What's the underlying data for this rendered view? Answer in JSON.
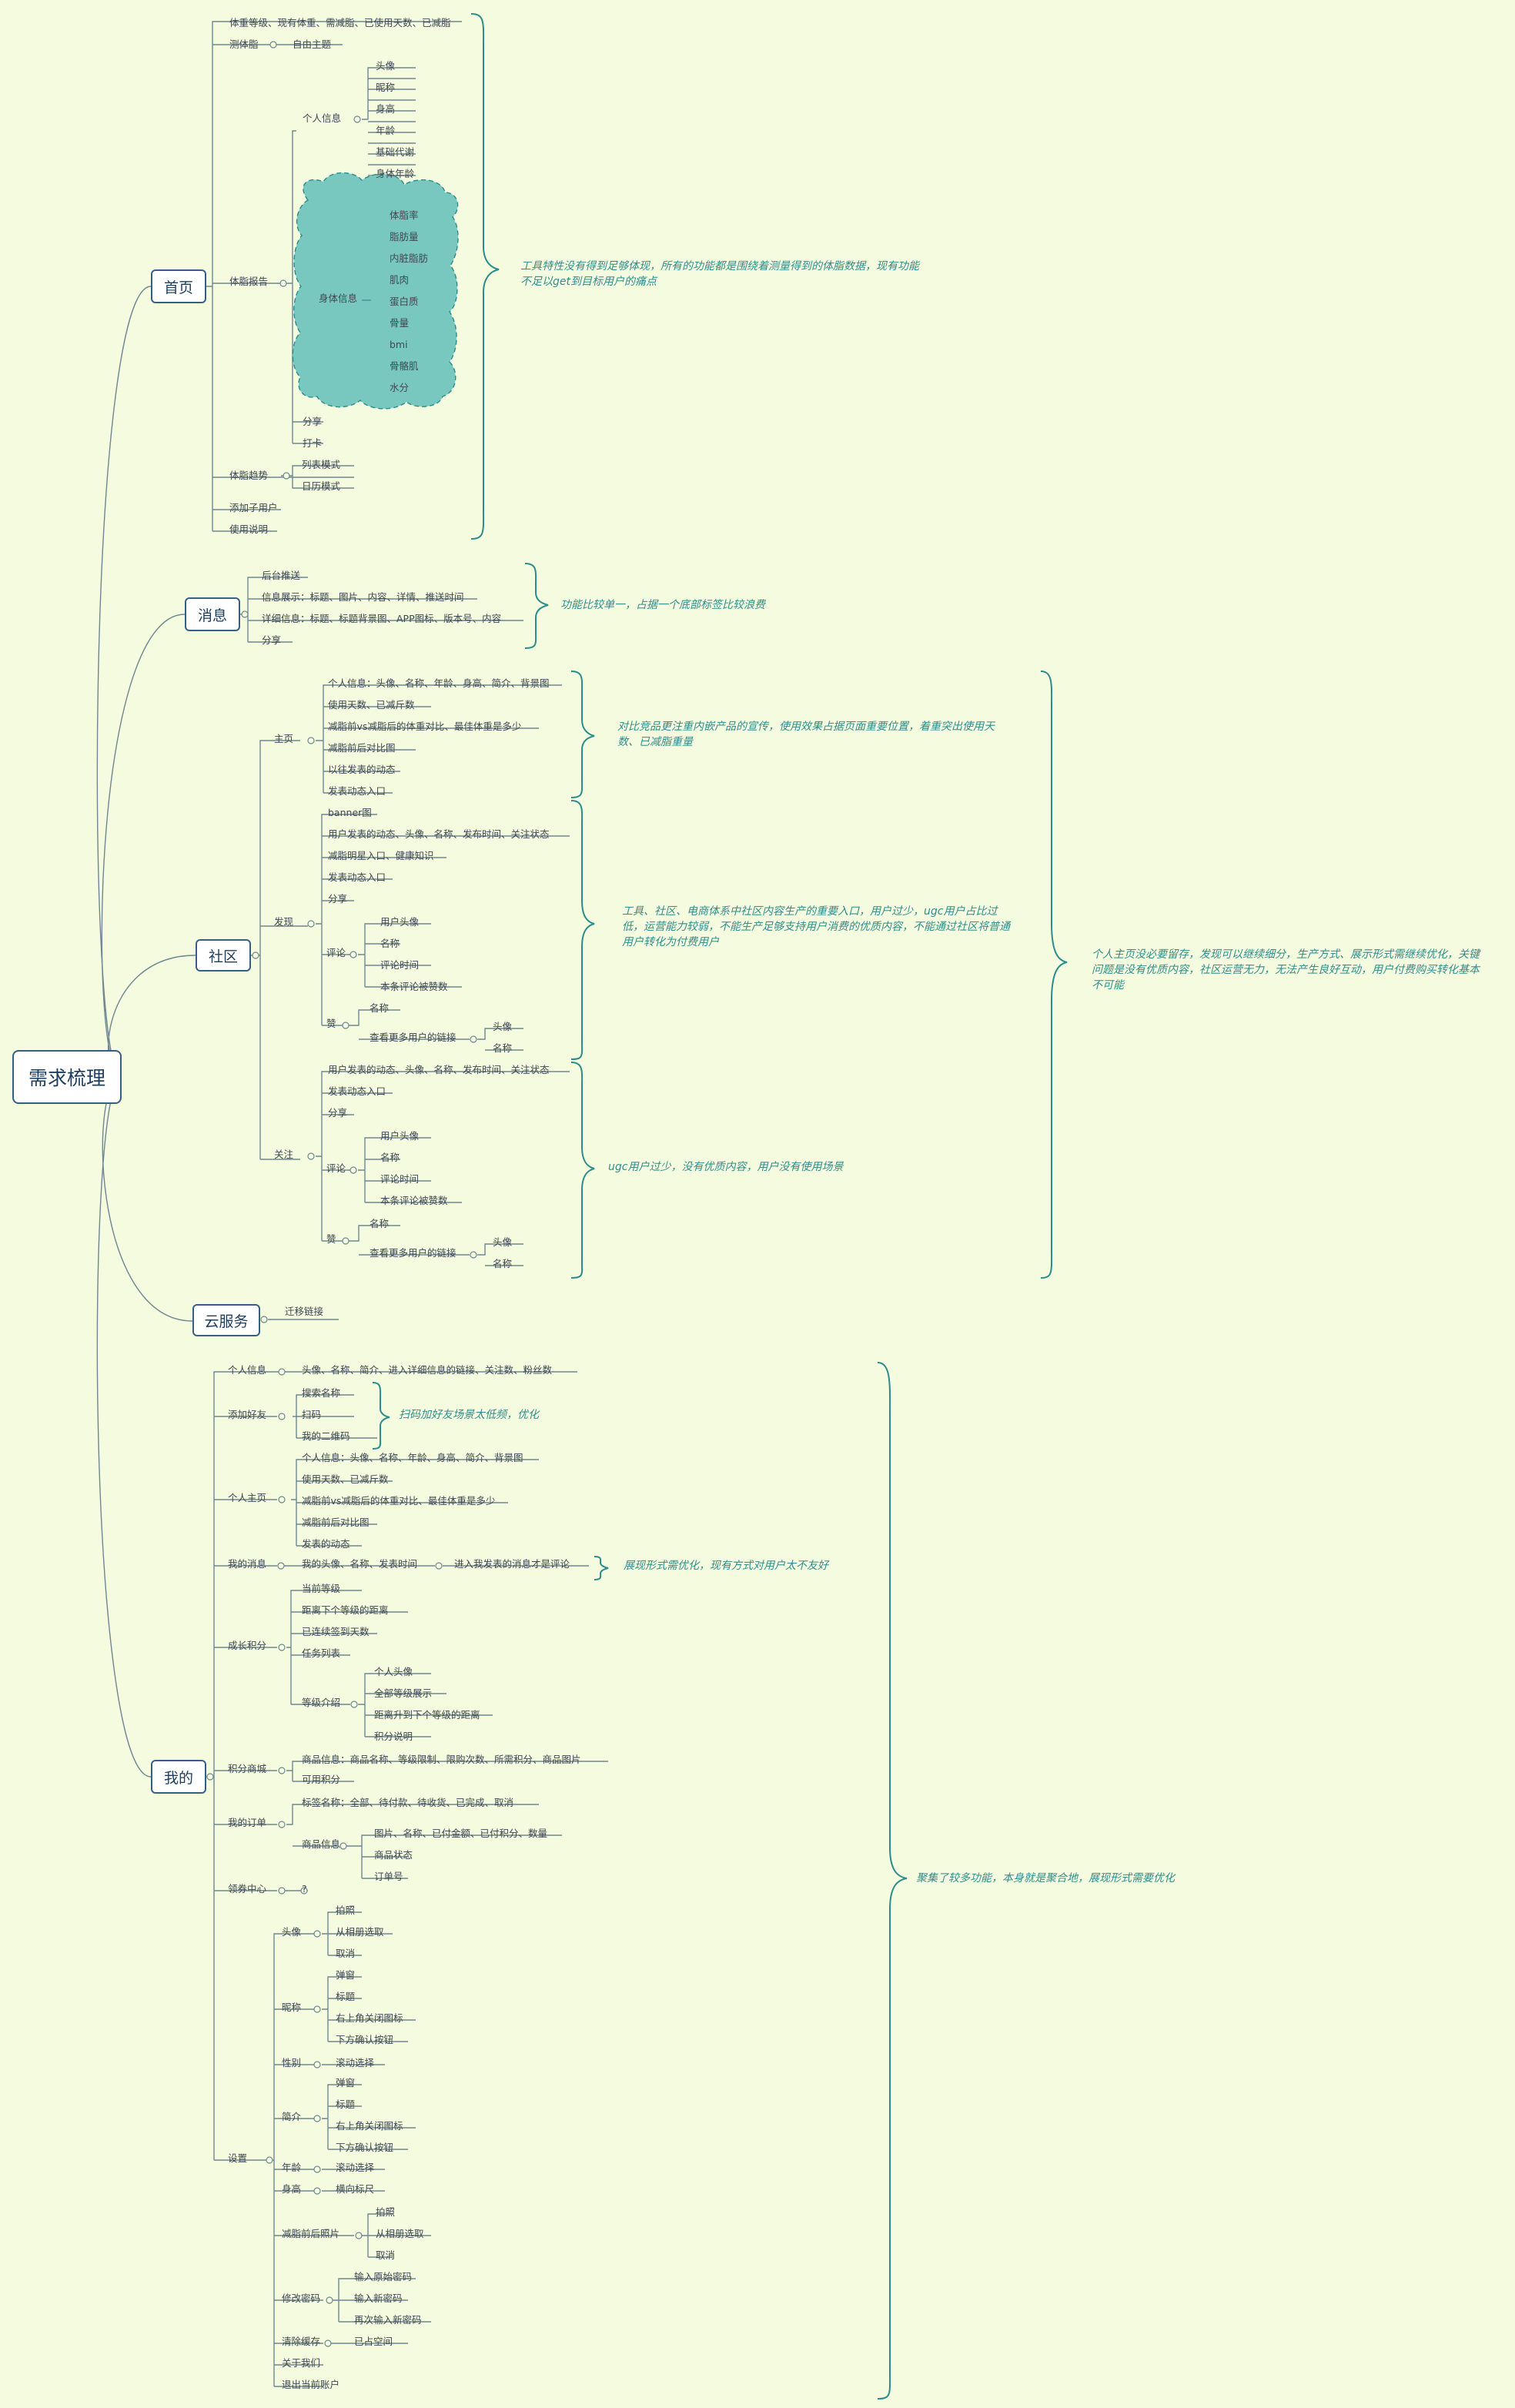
{
  "root": "需求梳理",
  "b1": {
    "title": "首页",
    "n1": "体重等级、现有体重、需减脂、已使用天数、已减脂",
    "n2": "测体脂",
    "n2c": "自由主题",
    "n3": "体脂报告",
    "n3a": "个人信息",
    "n3a_items": [
      "头像",
      "昵称",
      "身高",
      "年龄",
      "基础代谢",
      "身体年龄"
    ],
    "n3b": "身体信息",
    "n3b_items": [
      "体脂率",
      "脂肪量",
      "内脏脂肪",
      "肌肉",
      "蛋白质",
      "骨量",
      "bmi",
      "骨骼肌",
      "水分"
    ],
    "n3c": "分享",
    "n3d": "打卡",
    "n4": "体脂趋势",
    "n4_items": [
      "列表模式",
      "日历模式"
    ],
    "n5": "添加子用户",
    "n6": "使用说明",
    "note": "工具特性没有得到足够体现，所有的功能都是围绕着测量得到的体脂数据，现有功能不足以get到目标用户的痛点"
  },
  "b2": {
    "title": "消息",
    "items": [
      "后台推送",
      "信息展示：标题、图片、内容、详情、推送时间",
      "详细信息：标题、标题背景图、APP图标、版本号、内容",
      "分享"
    ],
    "note": "功能比较单一，占据一个底部标签比较浪费"
  },
  "b3": {
    "title": "社区",
    "zy": "主页",
    "zy_items": [
      "个人信息：头像、名称、年龄、身高、简介、背景图",
      "使用天数、已减斤数",
      "减脂前vs减脂后的体重对比、最佳体重是多少",
      "减脂前后对比图",
      "以往发表的动态",
      "发表动态入口"
    ],
    "fx": "发现",
    "fx_items": [
      "banner图",
      "用户发表的动态、头像、名称、发布时间、关注状态",
      "减脂明星入口、健康知识",
      "发表动态入口",
      "分享"
    ],
    "pl": "评论",
    "pl_items": [
      "用户头像",
      "名称",
      "评论时间",
      "本条评论被赞数"
    ],
    "zan": "赞",
    "zan_items": [
      "名称",
      "查看更多用户的链接"
    ],
    "zan_sub": [
      "头像",
      "名称"
    ],
    "gz": "关注",
    "gz_items": [
      "用户发表的动态、头像、名称、发布时间、关注状态",
      "发表动态入口",
      "分享"
    ],
    "note1": "对比竞品更注重内嵌产品的宣传，使用效果占据页面重要位置，着重突出使用天数、已减脂重量",
    "note2": "工具、社区、电商体系中社区内容生产的重要入口，用户过少，ugc用户占比过低，运营能力较弱，不能生产足够支持用户消费的优质内容，不能通过社区将普通用户转化为付费用户",
    "note3": "ugc用户过少，没有优质内容，用户没有使用场景",
    "note4": "个人主页没必要留存，发现可以继续细分，生产方式、展示形式需继续优化，关键问题是没有优质内容，社区运营无力，无法产生良好互动，用户付费购买转化基本不可能"
  },
  "b4": {
    "title": "云服务",
    "item": "迁移链接"
  },
  "b5": {
    "title": "我的",
    "grxx": "个人信息",
    "grxx_c": "头像、名称、简介、进入详细信息的链接、关注数、粉丝数",
    "tjhy": "添加好友",
    "tjhy_items": [
      "搜索名称",
      "扫码",
      "我的二维码"
    ],
    "tjhy_note": "扫码加好友场景太低频，优化",
    "grzy": "个人主页",
    "grzy_items": [
      "个人信息：头像、名称、年龄、身高、简介、背景图",
      "使用天数、已减斤数",
      "减脂前vs减脂后的体重对比、最佳体重是多少",
      "减脂前后对比图",
      "发表的动态"
    ],
    "wdxx": "我的消息",
    "wdxx_c": "我的头像、名称、发表时间",
    "wdxx_c2": "进入我发表的消息才是评论",
    "wdxx_note": "展现形式需优化，现有方式对用户太不友好",
    "czjf": "成长积分",
    "czjf_items": [
      "当前等级",
      "距离下个等级的距离",
      "已连续签到天数",
      "任务列表"
    ],
    "djjs": "等级介绍",
    "djjs_items": [
      "个人头像",
      "全部等级展示",
      "距离升到下个等级的距离",
      "积分说明"
    ],
    "jfsc": "积分商城",
    "jfsc_items": [
      "商品信息：商品名称、等级限制、限购次数、所需积分、商品图片",
      "可用积分"
    ],
    "wddd": "我的订单",
    "wddd_a": "标签名称：全部、待付款、待收货、已完成、取消",
    "wddd_b": "商品信息",
    "wddd_b_items": [
      "图片、名称、已付金额、已付积分、数量",
      "商品状态",
      "订单号"
    ],
    "lqzx": "领券中心",
    "lqzx_c": "?",
    "sz": "设置",
    "tx": "头像",
    "tx_items": [
      "拍照",
      "从相册选取",
      "取消"
    ],
    "nc": "昵称",
    "nc_items": [
      "弹窗",
      "标题",
      "右上角关闭图标",
      "下方确认按钮"
    ],
    "xb": "性别",
    "xb_c": "滚动选择",
    "jj": "简介",
    "jj_items": [
      "弹窗",
      "标题",
      "右上角关闭图标",
      "下方确认按钮"
    ],
    "nl": "年龄",
    "nl_c": "滚动选择",
    "sg": "身高",
    "sg_c": "横向标尺",
    "jzq": "减脂前后照片",
    "jzq_items": [
      "拍照",
      "从相册选取",
      "取消"
    ],
    "xgmm": "修改密码",
    "xgmm_items": [
      "输入原始密码",
      "输入新密码",
      "再次输入新密码"
    ],
    "qchc": "清除缓存",
    "qchc_c": "已占空间",
    "gywm": "关于我们",
    "tc": "退出当前账户",
    "note": "聚集了较多功能，本身就是聚合地，展现形式需要优化"
  },
  "colors": {
    "accent": "#2a8c8c",
    "cloud": "#79c8c0",
    "box": "#365f86",
    "bg": "#f4fbdf"
  }
}
